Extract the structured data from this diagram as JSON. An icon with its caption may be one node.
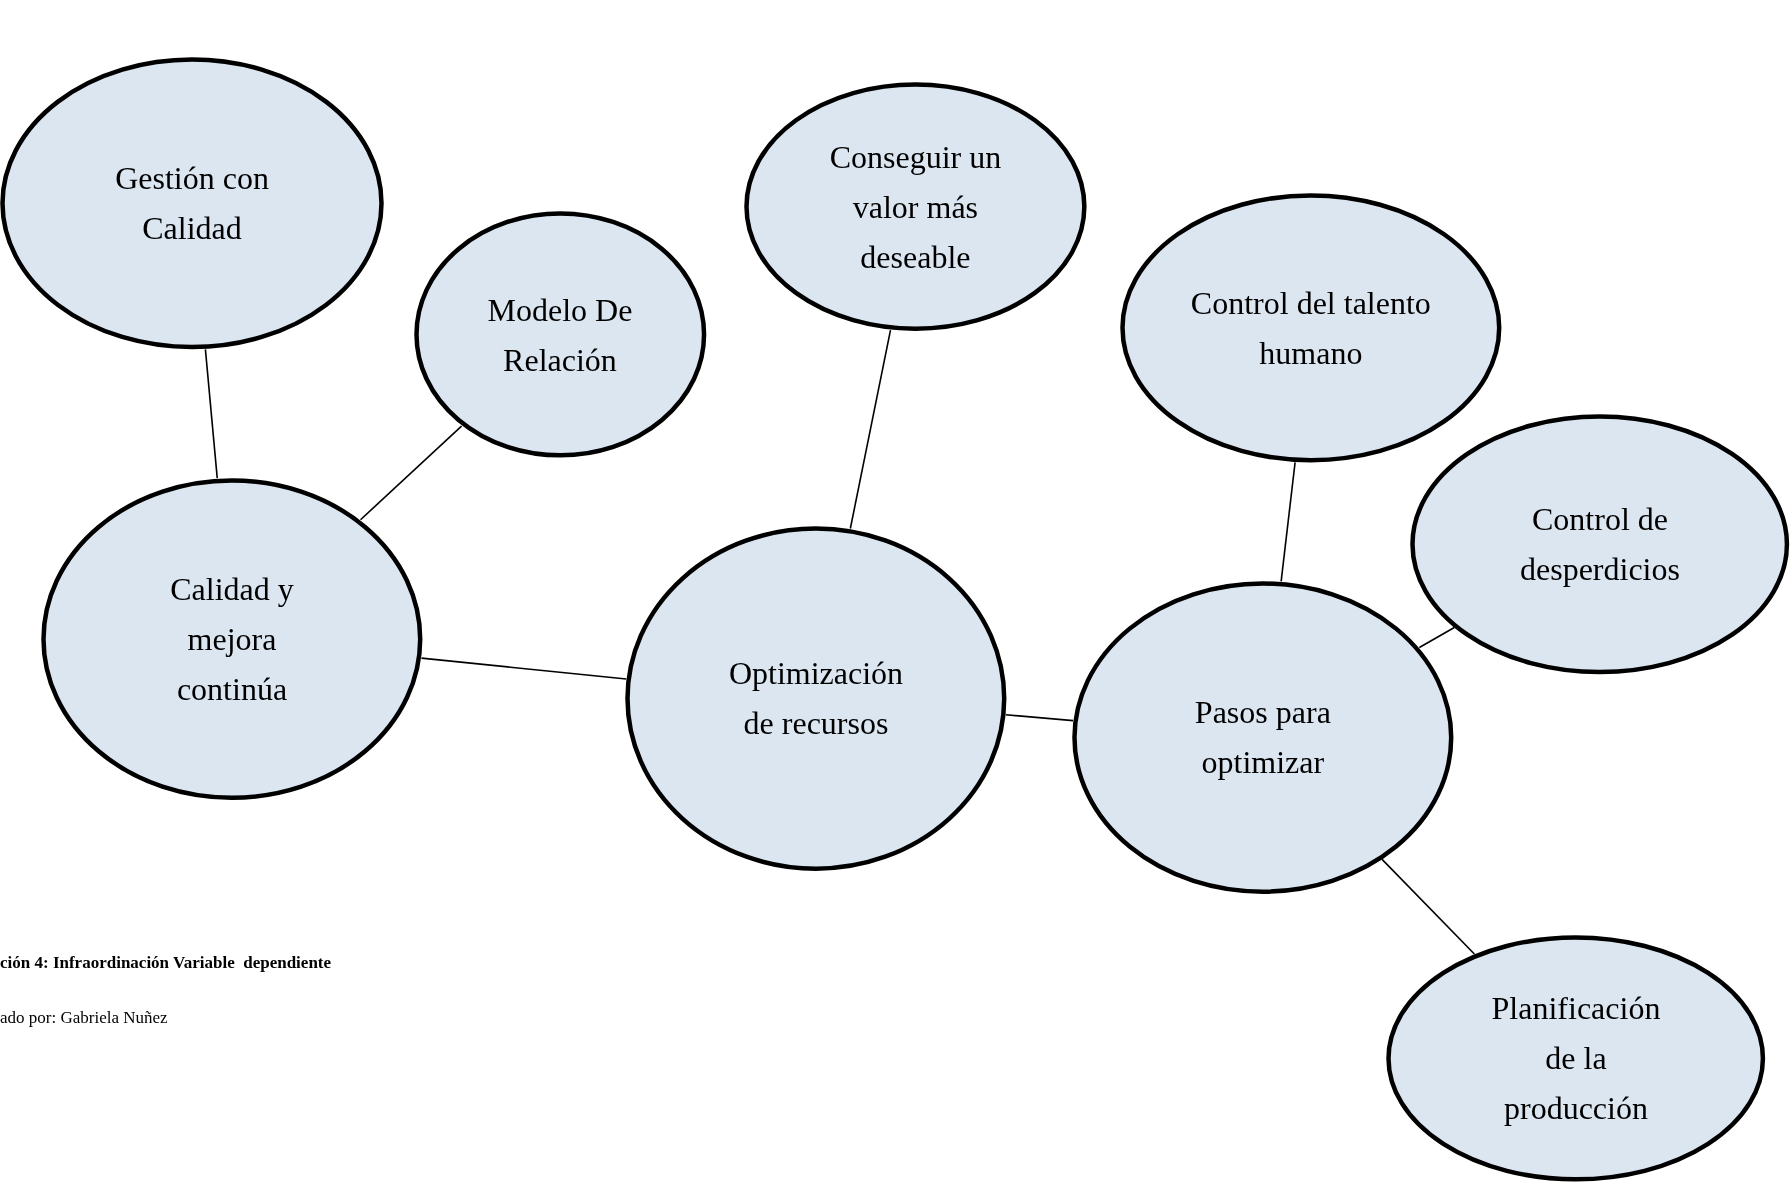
{
  "diagram": {
    "nodes": [
      {
        "text": [
          "Gestión con Calidad"
        ]
      },
      {
        "text": [
          "Modelo De Relación"
        ]
      },
      {
        "text": [
          "Conseguir un valor más deseable"
        ]
      },
      {
        "text": [
          "Control del talento humano"
        ]
      },
      {
        "text": [
          "Calidad y mejora continúa"
        ]
      },
      {
        "text": [
          "Optimización de recursos"
        ]
      },
      {
        "text": [
          "Control de desperdicios"
        ]
      },
      {
        "text": [
          "Pasos para optimizar"
        ]
      },
      {
        "text": [
          "Planificación de la producción"
        ]
      }
    ],
    "edges": [
      {
        "from": 0,
        "to": 4,
        "arrow": "none"
      },
      {
        "from": 1,
        "to": 4,
        "arrow": "none"
      },
      {
        "from": 4,
        "to": 5,
        "arrow": "none"
      },
      {
        "from": 2,
        "to": 5,
        "arrow": "none"
      },
      {
        "from": 5,
        "to": 7,
        "arrow": "none"
      },
      {
        "from": 3,
        "to": 7,
        "arrow": "none"
      },
      {
        "from": 6,
        "to": 7,
        "arrow": "none"
      },
      {
        "from": 7,
        "to": 8,
        "arrow": "none"
      }
    ],
    "labels": [
      "ción 4: Infraordinación Variable  dependiente",
      "ado por: Gabriela Nuñez"
    ]
  }
}
